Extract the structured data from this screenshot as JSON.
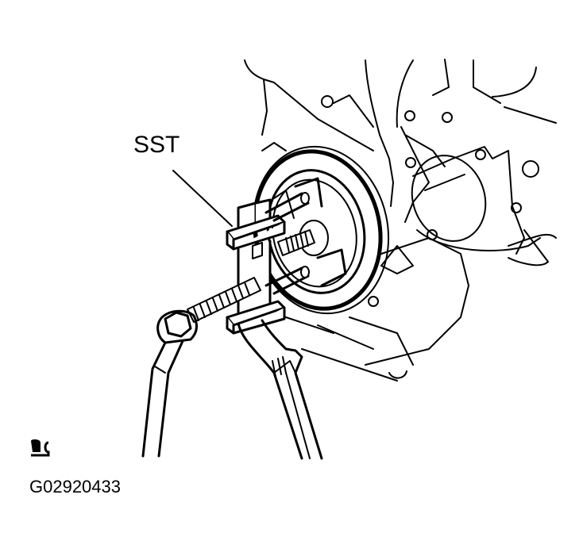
{
  "figure": {
    "description": "Crankshaft pulley removal using special service tool (puller) with wrenches",
    "callouts": [
      {
        "label": "SST",
        "target": "puller-tool"
      }
    ],
    "figure_id": "G02920433",
    "icons": {
      "note": "manual-note-icon"
    },
    "colors": {
      "line": "#000000",
      "background": "#ffffff"
    }
  }
}
